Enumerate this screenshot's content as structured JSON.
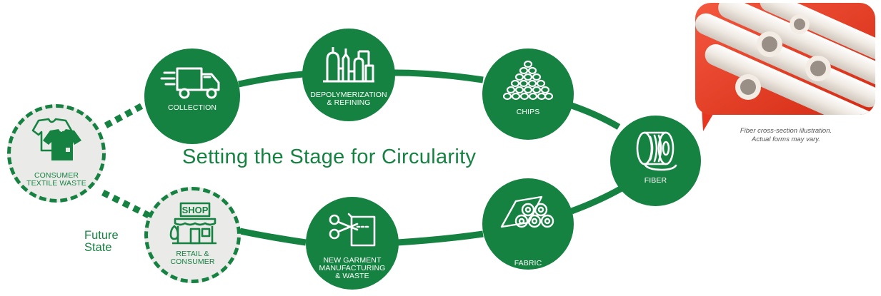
{
  "title": "Setting the Stage for Circularity",
  "future_state_label": [
    "Future",
    "State"
  ],
  "photo_caption": [
    "Fiber cross-section illustration.",
    "Actual forms may vary."
  ],
  "colors": {
    "brand_green": "#168241",
    "future_fill": "#eaeae8",
    "photo_background": "#e8351f"
  },
  "nodes": {
    "collection": {
      "label": [
        "COLLECTION"
      ],
      "icon": "delivery-truck-icon",
      "state": "current"
    },
    "depolymerization": {
      "label": [
        "DEPOLYMERIZATION",
        "& REFINING"
      ],
      "icon": "refinery-icon",
      "state": "current"
    },
    "chips": {
      "label": [
        "CHIPS"
      ],
      "icon": "polymer-chips-icon",
      "state": "current"
    },
    "fiber": {
      "label": [
        "FIBER"
      ],
      "icon": "fiber-spool-icon",
      "state": "current"
    },
    "fabric": {
      "label": [
        "FABRIC"
      ],
      "icon": "fabric-rolls-icon",
      "state": "current"
    },
    "garment": {
      "label": [
        "NEW GARMENT",
        "MANUFACTURING",
        "& WASTE"
      ],
      "icon": "scissors-cutting-icon",
      "state": "current"
    },
    "retail": {
      "label": [
        "RETAIL &",
        "CONSUMER"
      ],
      "icon": "shop-icon",
      "shop_sign": "SHOP",
      "state": "future"
    },
    "waste": {
      "label": [
        "CONSUMER",
        "TEXTILE WASTE"
      ],
      "icon": "shirts-icon",
      "state": "future"
    }
  }
}
